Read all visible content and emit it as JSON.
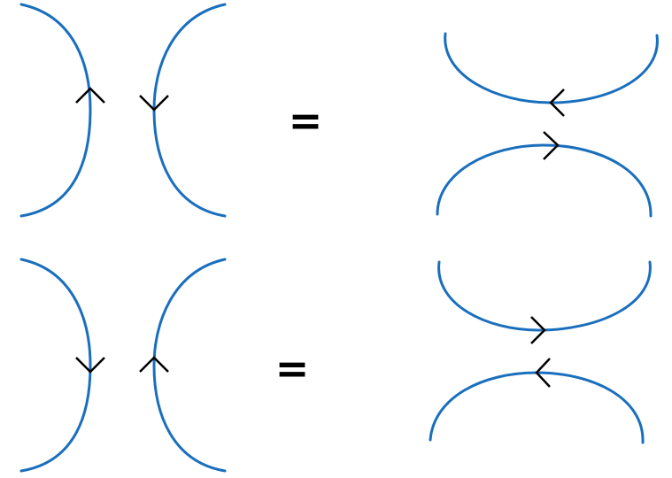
{
  "colors": {
    "curve": "#1a6fbd",
    "arrow": "#000000",
    "equals": "#000000"
  },
  "equations": [
    {
      "equals_sign": "=",
      "left": {
        "left_arc_arrow": "up",
        "right_arc_arrow": "down"
      },
      "right": {
        "upper_arc_arrow": "left",
        "lower_arc_arrow": "right"
      }
    },
    {
      "equals_sign": "=",
      "left": {
        "left_arc_arrow": "down",
        "right_arc_arrow": "up"
      },
      "right": {
        "upper_arc_arrow": "right",
        "lower_arc_arrow": "left"
      }
    }
  ]
}
